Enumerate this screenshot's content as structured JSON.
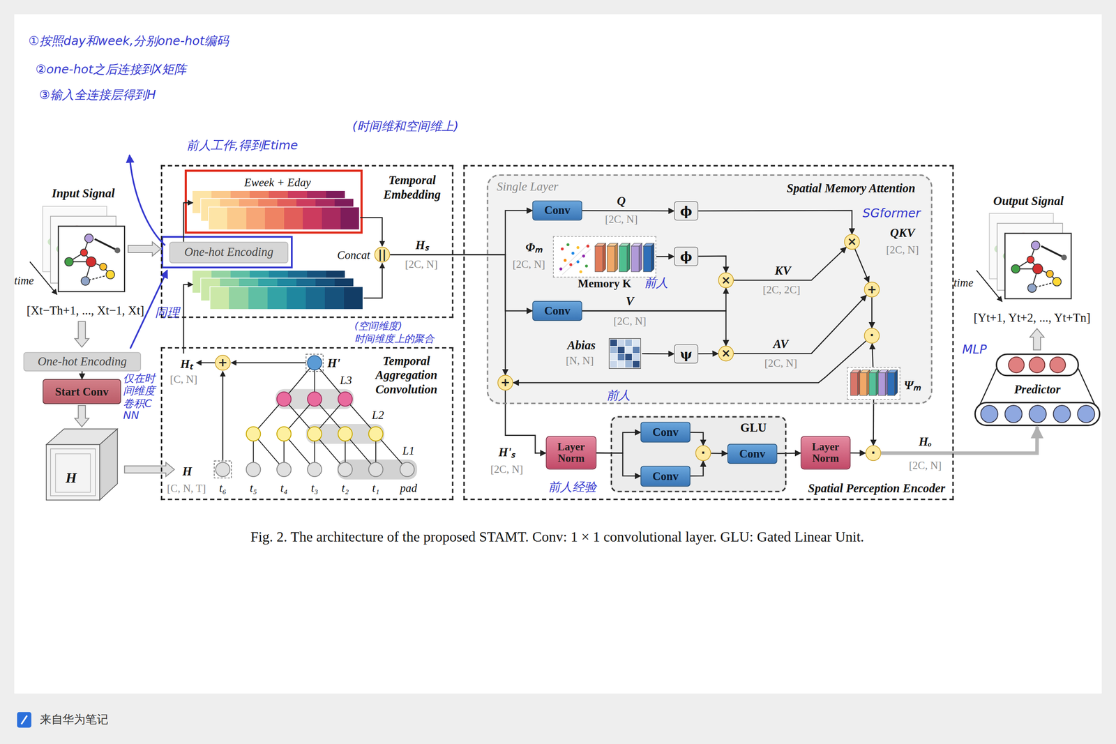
{
  "diagram": {
    "caption": "Fig. 2. The architecture of the proposed STAMT. Conv: 1 × 1 convolutional layer. GLU: Gated Linear Unit.",
    "nodes": [
      {
        "text": [
          "One-hot Encoding"
        ]
      },
      {
        "text": [
          "Start Conv"
        ]
      },
      {
        "text": [
          "Temporal Embedding"
        ]
      },
      {
        "text": [
          "One-hot Encoding"
        ],
        "in": 2
      },
      {
        "text": [
          "||"
        ],
        "in": 2
      },
      {
        "text": [
          "Temporal Aggregation Convolution"
        ]
      },
      {
        "text": [
          "+"
        ],
        "in": 5
      },
      {
        "text": [
          "Spatial Perception Encoder"
        ]
      },
      {
        "text": [
          "Single Layer",
          "Spatial Memory Attention"
        ],
        "in": 7
      },
      {
        "text": [
          "Conv"
        ],
        "in": 8
      },
      {
        "text": [
          "ϕ"
        ],
        "in": 8
      },
      {
        "text": [
          "Memory K"
        ],
        "in": 8
      },
      {
        "text": [
          "ϕ"
        ],
        "in": 8
      },
      {
        "text": [
          "Conv"
        ],
        "in": 8
      },
      {
        "text": [
          "Abias",
          "[N, N]"
        ],
        "in": 8
      },
      {
        "text": [
          "ψ"
        ],
        "in": 8
      },
      {
        "text": [
          "×"
        ],
        "in": 8
      },
      {
        "text": [
          "×"
        ],
        "in": 8
      },
      {
        "text": [
          "×"
        ],
        "in": 8
      },
      {
        "text": [
          "+"
        ],
        "in": 8
      },
      {
        "text": [
          "·"
        ],
        "in": 8
      },
      {
        "text": [
          "Ψₘ"
        ],
        "in": 8
      },
      {
        "text": [
          "+"
        ],
        "in": 8
      },
      {
        "text": [
          "Layer Norm"
        ],
        "in": 7
      },
      {
        "text": [
          "GLU"
        ],
        "in": 7
      },
      {
        "text": [
          "Conv"
        ],
        "in": 24
      },
      {
        "text": [
          "Conv"
        ],
        "in": 24
      },
      {
        "text": [
          "·"
        ],
        "in": 24
      },
      {
        "text": [
          "Conv"
        ],
        "in": 24
      },
      {
        "text": [
          "Layer Norm"
        ],
        "in": 7
      },
      {
        "text": [
          "·"
        ],
        "in": 7
      },
      {
        "text": [
          "Predictor"
        ]
      }
    ],
    "edges": [
      {
        "from": 0,
        "to": 1,
        "arrow": "to"
      },
      {
        "from": 4,
        "to": 9,
        "arrow": "to"
      },
      {
        "from": 4,
        "to": 13,
        "arrow": "to"
      },
      {
        "from": 4,
        "to": 22,
        "arrow": "to"
      },
      {
        "from": 9,
        "to": 10,
        "arrow": "to"
      },
      {
        "from": 10,
        "to": 18,
        "arrow": "to"
      },
      {
        "from": 11,
        "to": 12,
        "arrow": "to"
      },
      {
        "from": 12,
        "to": 16,
        "arrow": "to"
      },
      {
        "from": 13,
        "to": 16,
        "arrow": "to"
      },
      {
        "from": 13,
        "to": 17,
        "arrow": "to"
      },
      {
        "from": 14,
        "to": 15,
        "arrow": "to"
      },
      {
        "from": 15,
        "to": 17,
        "arrow": "to"
      },
      {
        "from": 16,
        "to": 18,
        "arrow": "to"
      },
      {
        "from": 18,
        "to": 19,
        "arrow": "to"
      },
      {
        "from": 17,
        "to": 19,
        "arrow": "to"
      },
      {
        "from": 19,
        "to": 20,
        "arrow": "to"
      },
      {
        "from": 21,
        "to": 20,
        "arrow": "to"
      },
      {
        "from": 21,
        "to": 30,
        "arrow": "to"
      },
      {
        "from": 20,
        "to": 22,
        "arrow": "to"
      },
      {
        "from": 22,
        "to": 23,
        "arrow": "to"
      },
      {
        "from": 23,
        "to": 25,
        "arrow": "to"
      },
      {
        "from": 23,
        "to": 26,
        "arrow": "to"
      },
      {
        "from": 25,
        "to": 27,
        "arrow": "to"
      },
      {
        "from": 26,
        "to": 27,
        "arrow": "to"
      },
      {
        "from": 27,
        "to": 28,
        "arrow": "to"
      },
      {
        "from": 28,
        "to": 29,
        "arrow": "to"
      },
      {
        "from": 29,
        "to": 30,
        "arrow": "to"
      },
      {
        "from": 30,
        "to": 31,
        "arrow": "to"
      }
    ],
    "labels": [
      "①按照day和week,分别one-hot编码",
      "②one-hot之后连接到X矩阵",
      "③输入全连接层得到H",
      "前人工作,得到Etime",
      "(时间维和空间维上)",
      "Input Signal",
      "time",
      "[Xt−Th+1, ..., Xt−1, Xt]",
      "仅在时间维度卷积CNN",
      "同理",
      "Eweek + Eday",
      "Concat",
      "Hₛ",
      "[2C, N]",
      "(空间维度)",
      "时间维度上的聚合",
      "Hₜ",
      "[C, N]",
      "H'",
      "L3",
      "L2",
      "L1",
      "H",
      "[C, N, T]",
      "t₆",
      "t₅",
      "t₄",
      "t₃",
      "t₂",
      "t₁",
      "pad",
      "H",
      "Q",
      "[2C, N]",
      "Φₘ",
      "[2C, N]",
      "前人",
      "KV",
      "[2C, 2C]",
      "V",
      "[2C, N]",
      "AV",
      "[2C, N]",
      "前人",
      "QKV",
      "[2C, N]",
      "SGformer",
      "H'ₛ",
      "[2C, N]",
      "前人经验",
      "Hₒ",
      "[2C, N]",
      "Output Signal",
      "time",
      "[Yt+1, Yt+2, ..., Yt+Tn]",
      "MLP",
      "来自华为笔记"
    ]
  }
}
